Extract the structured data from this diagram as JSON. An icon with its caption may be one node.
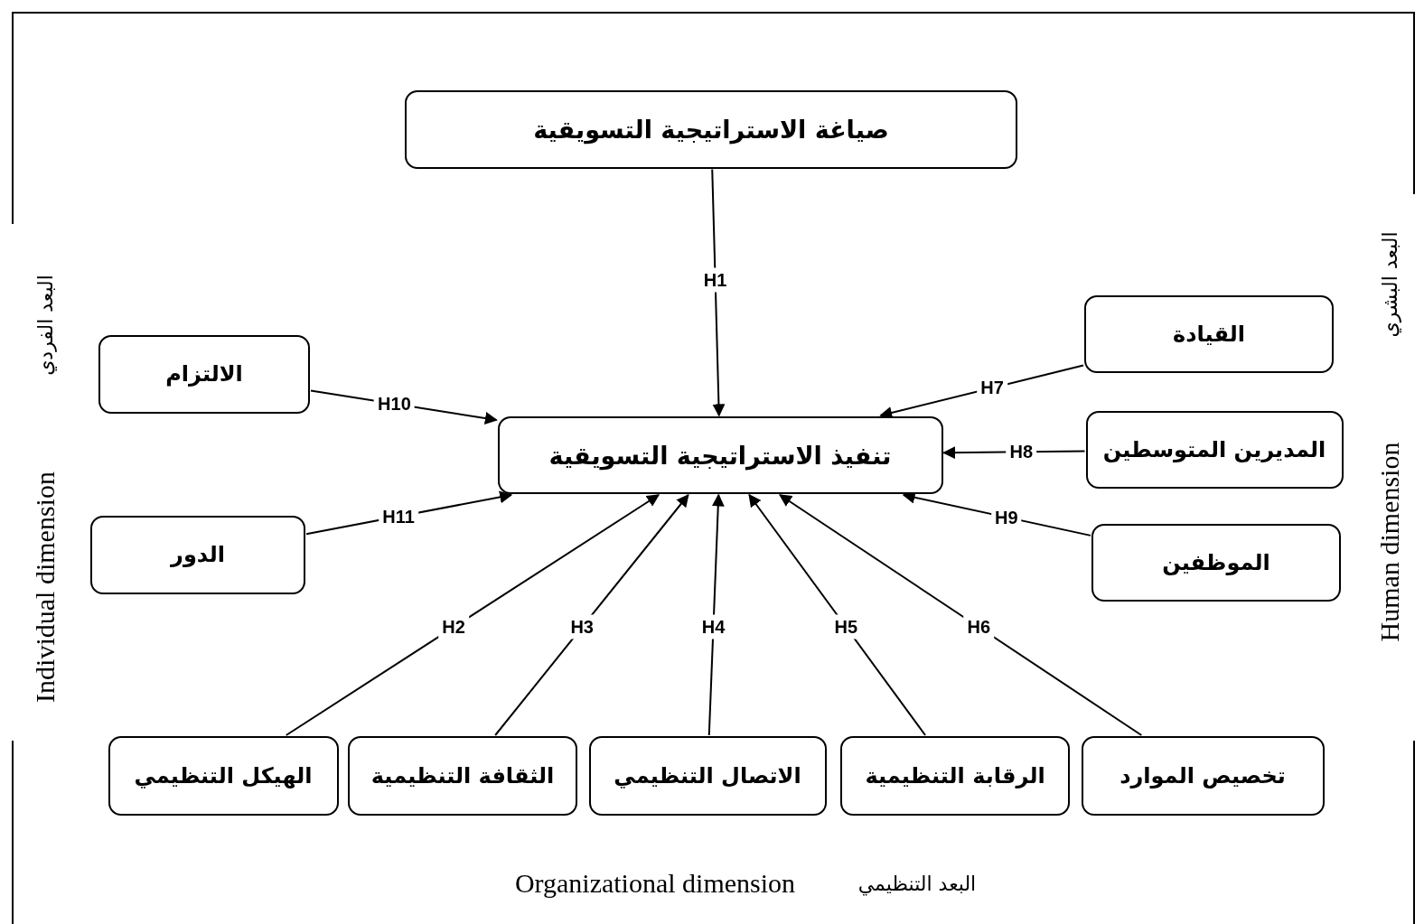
{
  "diagram": {
    "nodes": [
      {
        "text": [
          "صياغة الاستراتيجية التسويقية"
        ]
      },
      {
        "text": [
          "تنفيذ الاستراتيجية التسويقية"
        ]
      },
      {
        "text": [
          "الالتزام"
        ]
      },
      {
        "text": [
          "الدور"
        ]
      },
      {
        "text": [
          "القيادة"
        ]
      },
      {
        "text": [
          "المديرين المتوسطين"
        ]
      },
      {
        "text": [
          "الموظفين"
        ]
      },
      {
        "text": [
          "الهيكل التنظيمي"
        ]
      },
      {
        "text": [
          "الثقافة التنظيمية"
        ]
      },
      {
        "text": [
          "الاتصال التنظيمي"
        ]
      },
      {
        "text": [
          "الرقابة التنظيمية"
        ]
      },
      {
        "text": [
          "تخصيص الموارد"
        ]
      }
    ],
    "edges": [
      {
        "from": 0,
        "to": 1,
        "arrow": "to",
        "label": "H1"
      },
      {
        "from": 7,
        "to": 1,
        "arrow": "to",
        "label": "H2"
      },
      {
        "from": 8,
        "to": 1,
        "arrow": "to",
        "label": "H3"
      },
      {
        "from": 9,
        "to": 1,
        "arrow": "to",
        "label": "H4"
      },
      {
        "from": 10,
        "to": 1,
        "arrow": "to",
        "label": "H5"
      },
      {
        "from": 11,
        "to": 1,
        "arrow": "to",
        "label": "H6"
      },
      {
        "from": 4,
        "to": 1,
        "arrow": "to",
        "label": "H7"
      },
      {
        "from": 5,
        "to": 1,
        "arrow": "to",
        "label": "H8"
      },
      {
        "from": 6,
        "to": 1,
        "arrow": "to",
        "label": "H9"
      },
      {
        "from": 2,
        "to": 1,
        "arrow": "to",
        "label": "H10"
      },
      {
        "from": 3,
        "to": 1,
        "arrow": "to",
        "label": "H11"
      }
    ],
    "labels": [
      "Individual dimension",
      "البعد الفردي",
      "Human dimension",
      "البعد البشري",
      "البعد التنظيمي",
      "Organizational dimension"
    ]
  }
}
